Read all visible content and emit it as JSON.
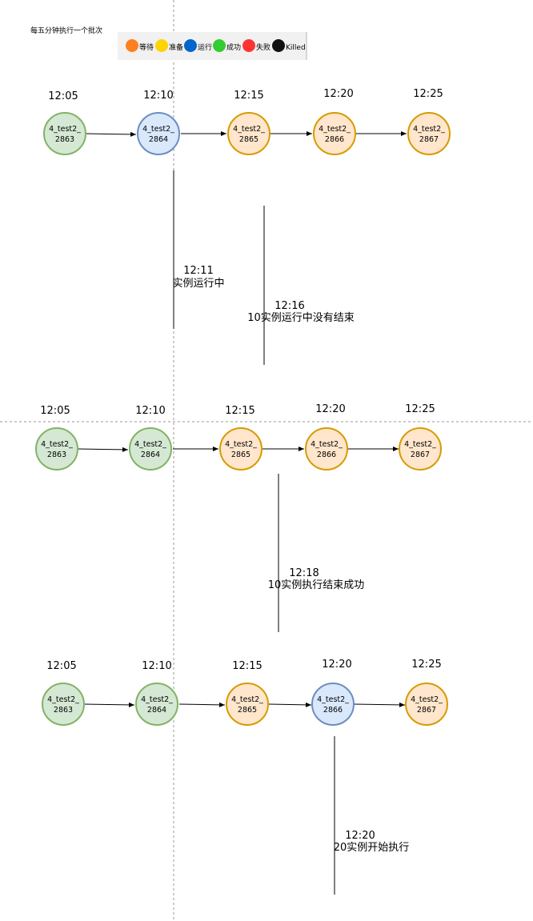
{
  "title": "每五分钟执行一个批次",
  "legend": [
    {
      "label": "等待",
      "color": "#FF7F1E"
    },
    {
      "label": "准备",
      "color": "#FFD400"
    },
    {
      "label": "运行",
      "color": "#0066CC"
    },
    {
      "label": "成功",
      "color": "#33CC33"
    },
    {
      "label": "失败",
      "color": "#FF3333"
    },
    {
      "label": "Killed",
      "color": "#111111"
    }
  ],
  "node_styles": {
    "success": {
      "fill": "#D5E8D4",
      "stroke": "#82B366"
    },
    "running": {
      "fill": "#DAE8FC",
      "stroke": "#6C8EBF"
    },
    "waiting": {
      "fill": "#FFE6CC",
      "stroke": "#D79B00"
    }
  },
  "rows": [
    {
      "nodes": [
        {
          "time": "12:05",
          "label_line1": "4_test2_",
          "label_line2": "2863",
          "state": "success"
        },
        {
          "time": "12:10",
          "label_line1": "4_test2_",
          "label_line2": "2864",
          "state": "running"
        },
        {
          "time": "12:15",
          "label_line1": "4_test2_",
          "label_line2": "2865",
          "state": "waiting"
        },
        {
          "time": "12:20",
          "label_line1": "4_test2_",
          "label_line2": "2866",
          "state": "waiting"
        },
        {
          "time": "12:25",
          "label_line1": "4_test2_",
          "label_line2": "2867",
          "state": "waiting"
        }
      ],
      "annotations": [
        {
          "line1": "12:11",
          "line2": "实例运行中"
        },
        {
          "line1": "12:16",
          "line2": "10实例运行中没有结束"
        }
      ]
    },
    {
      "nodes": [
        {
          "time": "12:05",
          "label_line1": "4_test2_",
          "label_line2": "2863",
          "state": "success"
        },
        {
          "time": "12:10",
          "label_line1": "4_test2_",
          "label_line2": "2864",
          "state": "success"
        },
        {
          "time": "12:15",
          "label_line1": "4_test2_",
          "label_line2": "2865",
          "state": "waiting"
        },
        {
          "time": "12:20",
          "label_line1": "4_test2_",
          "label_line2": "2866",
          "state": "waiting"
        },
        {
          "time": "12:25",
          "label_line1": "4_test2_",
          "label_line2": "2867",
          "state": "waiting"
        }
      ],
      "annotations": [
        {
          "line1": "12:18",
          "line2": "10实例执行结束成功"
        }
      ]
    },
    {
      "nodes": [
        {
          "time": "12:05",
          "label_line1": "4_test2_",
          "label_line2": "2863",
          "state": "success"
        },
        {
          "time": "12:10",
          "label_line1": "4_test2_",
          "label_line2": "2864",
          "state": "success"
        },
        {
          "time": "12:15",
          "label_line1": "4_test2_",
          "label_line2": "2865",
          "state": "waiting"
        },
        {
          "time": "12:20",
          "label_line1": "4_test2_",
          "label_line2": "2866",
          "state": "running"
        },
        {
          "time": "12:25",
          "label_line1": "4_test2_",
          "label_line2": "2867",
          "state": "waiting"
        }
      ],
      "annotations": [
        {
          "line1": "12:20",
          "line2": "20实例开始执行"
        }
      ]
    }
  ]
}
